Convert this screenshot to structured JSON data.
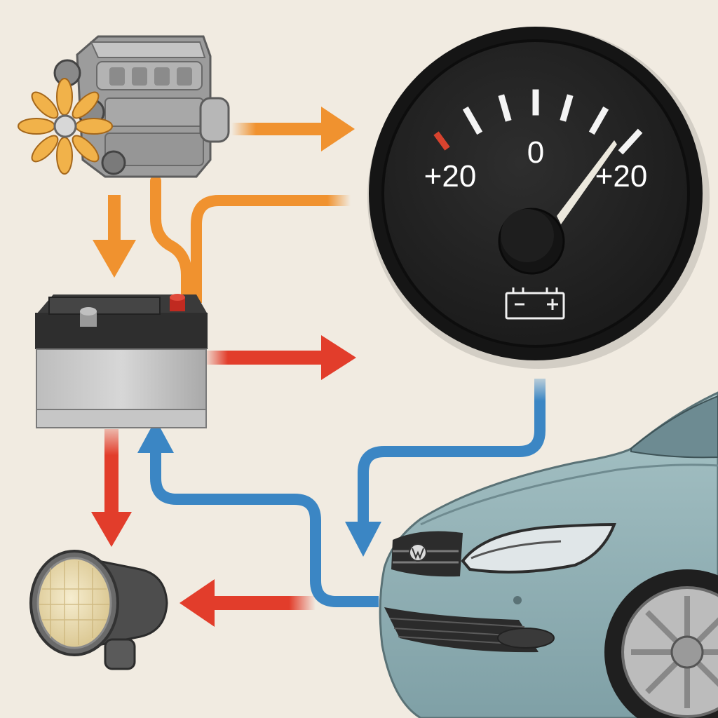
{
  "colors": {
    "background": "#f1ebe1",
    "engine_flow": "#f0922f",
    "battery_flow": "#e23d2b",
    "car_flow": "#3b86c4",
    "gauge_face": "#232323",
    "car_body": "#98b6ba"
  },
  "components": {
    "engine": {
      "icon": "engine-with-fan-icon"
    },
    "battery": {
      "icon": "car-battery-icon"
    },
    "headlight": {
      "icon": "headlight-icon"
    },
    "car": {
      "icon": "car-front-icon"
    }
  },
  "gauge": {
    "icon": "battery-icon",
    "label_left": "+20",
    "label_center": "0",
    "label_right": "+20",
    "needle_reading": 20,
    "scale_min": -20,
    "scale_max": 20
  },
  "flows": [
    {
      "from": "engine",
      "to": "gauge",
      "color": "orange"
    },
    {
      "from": "engine",
      "to": "battery",
      "color": "orange"
    },
    {
      "from": "engine",
      "to": "battery",
      "color": "orange"
    },
    {
      "from": "battery",
      "to": "gauge",
      "color": "orange"
    },
    {
      "from": "battery",
      "to": "gauge",
      "color": "red"
    },
    {
      "from": "battery",
      "to": "headlight",
      "color": "red"
    },
    {
      "from": "car",
      "to": "headlight",
      "color": "red"
    },
    {
      "from": "gauge",
      "to": "car",
      "color": "blue"
    },
    {
      "from": "car",
      "to": "battery",
      "color": "blue"
    }
  ]
}
